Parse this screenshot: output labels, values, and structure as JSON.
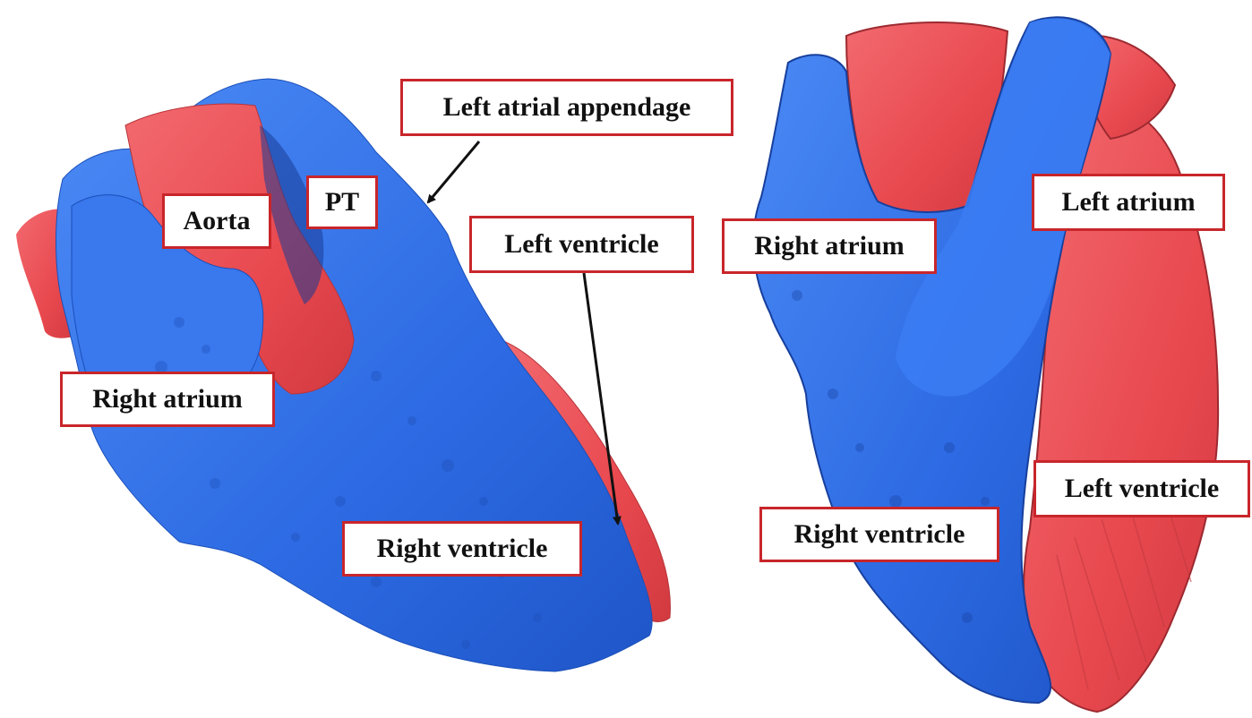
{
  "colors": {
    "right_heart": "#2f6fe6",
    "left_heart": "#e8494f",
    "label_border": "#c8262b",
    "arrow": "#111111"
  },
  "left_view": {
    "labels": {
      "left_atrial_appendage": "Left atrial appendage",
      "pt": "PT",
      "aorta": "Aorta",
      "left_ventricle": "Left ventricle",
      "right_atrium": "Right atrium",
      "right_ventricle": "Right ventricle"
    }
  },
  "right_view": {
    "labels": {
      "left_atrium": "Left atrium",
      "right_atrium": "Right atrium",
      "left_ventricle": "Left ventricle",
      "right_ventricle": "Right ventricle"
    }
  }
}
